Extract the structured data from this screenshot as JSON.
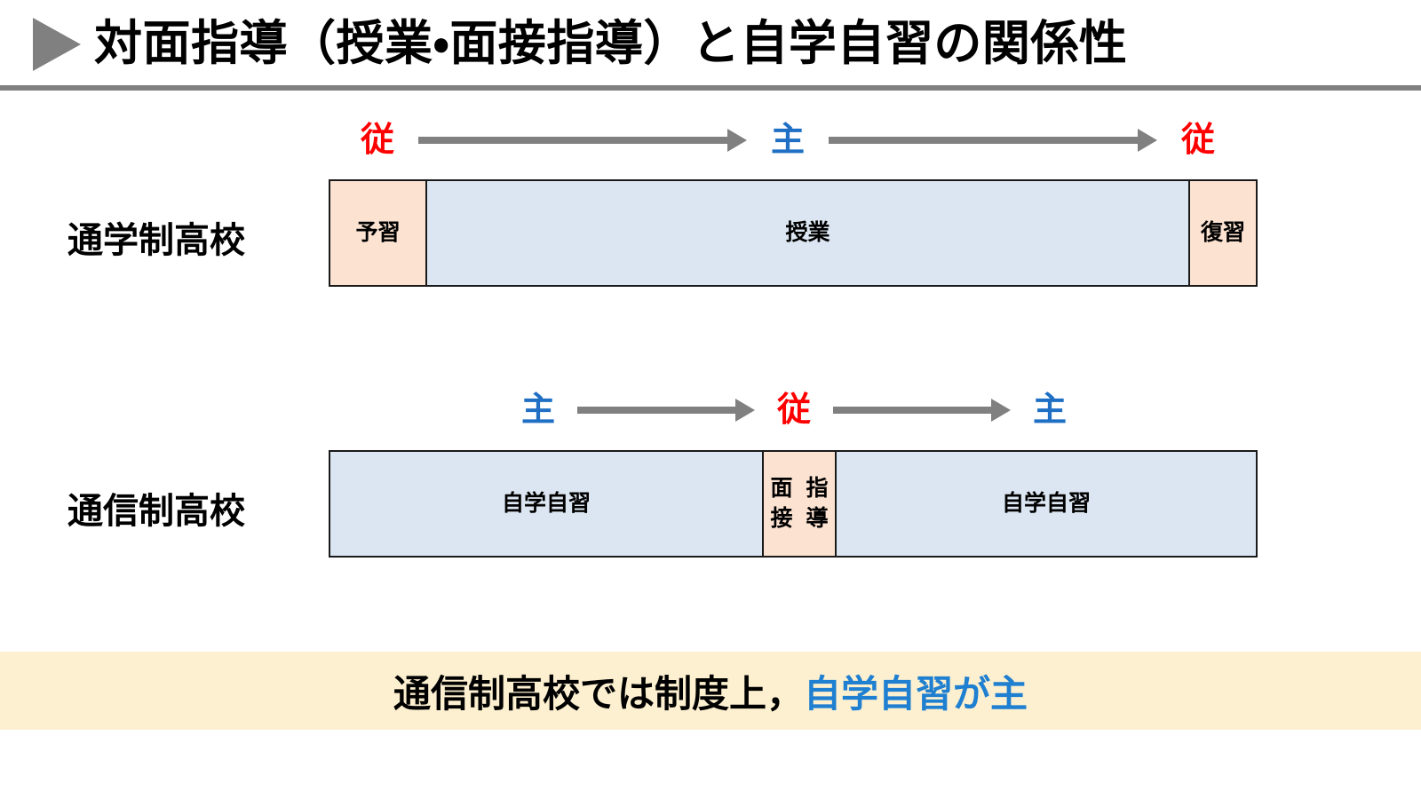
{
  "header": {
    "title": "対面指導（授業・面接指導）と自学自習の関係性",
    "marker_icon": "play-triangle-icon",
    "rule_color": "#808080"
  },
  "colors": {
    "role_sub": "#FF0000",
    "role_main": "#1F6FC4",
    "segment_peach": "#FBE2D1",
    "segment_blue": "#DCE6F2",
    "banner_bg": "#FDF0D0",
    "banner_accent": "#1F7FD0",
    "arrow": "#808080",
    "bar_border": "#1A1A1A"
  },
  "rows": [
    {
      "label": "通学制高校",
      "roles": [
        "従",
        "主",
        "従"
      ],
      "role_types": [
        "sub",
        "main",
        "sub"
      ],
      "segments": [
        {
          "text": "予習",
          "style": "peach"
        },
        {
          "text": "授業",
          "style": "blue"
        },
        {
          "text": "復習",
          "style": "peach"
        }
      ]
    },
    {
      "label": "通信制高校",
      "roles": [
        "主",
        "従",
        "主"
      ],
      "role_types": [
        "main",
        "sub",
        "main"
      ],
      "segments": [
        {
          "text": "自学自習",
          "style": "blue"
        },
        {
          "text_line1": "面接",
          "text_line2": "指導",
          "style": "peach"
        },
        {
          "text": "自学自習",
          "style": "blue"
        }
      ]
    }
  ],
  "banner": {
    "text_plain": "通信制高校では制度上，",
    "text_accent": "自学自習が主"
  }
}
